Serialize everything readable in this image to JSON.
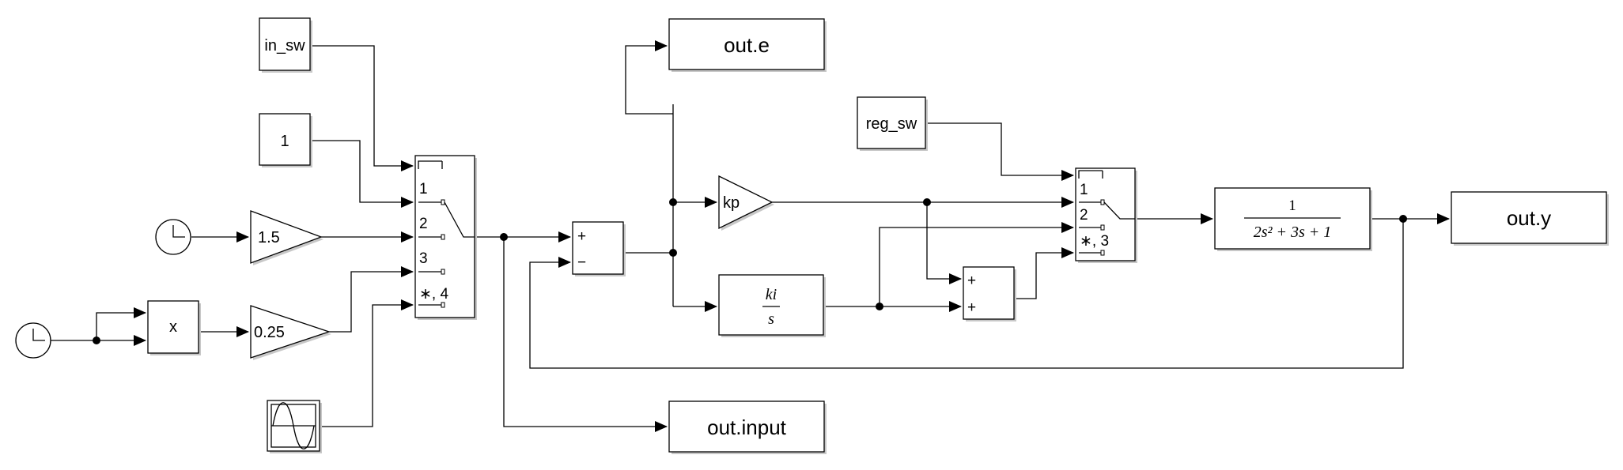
{
  "blocks": {
    "in_sw": "in_sw",
    "const_one": "1",
    "gain_15": "1.5",
    "gain_025": "0.25",
    "product": "x",
    "out_e": "out.e",
    "out_input": "out.input",
    "out_y": "out.y",
    "reg_sw": "reg_sw",
    "kp": "kp",
    "ki_num": "ki",
    "ki_den": "s",
    "tf_num": "1",
    "tf_den": "2s² + 3s + 1"
  },
  "switch1": {
    "ports": [
      "1",
      "2",
      "3",
      "∗, 4"
    ]
  },
  "switch2": {
    "ports": [
      "1",
      "2",
      "∗, 3"
    ]
  },
  "sum1": {
    "signs": [
      "+",
      "−"
    ]
  },
  "sum2": {
    "signs": [
      "+",
      "+"
    ]
  },
  "icons": [
    "clock-icon",
    "clock-icon",
    "sine-wave-icon"
  ]
}
